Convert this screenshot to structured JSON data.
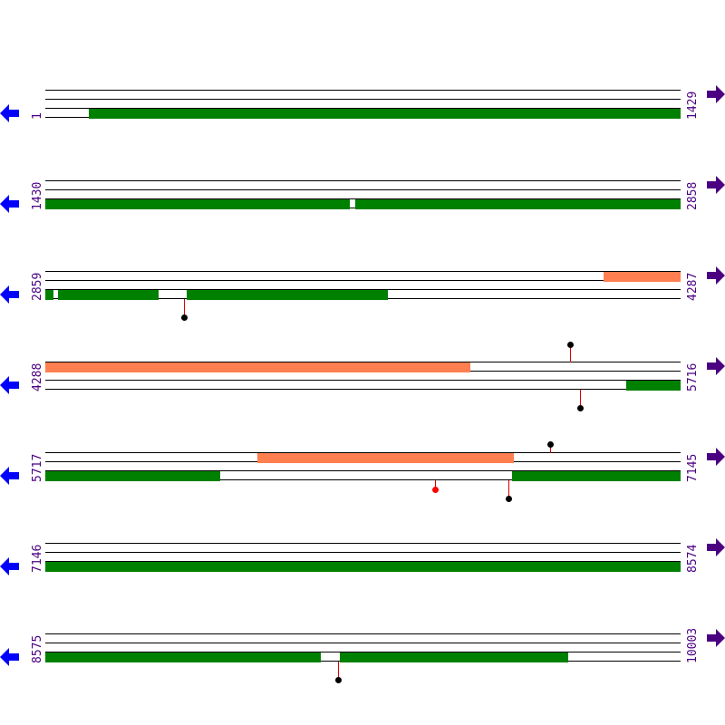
{
  "colors": {
    "cds": "#008000",
    "highlight": "#ff7f50",
    "left_arrow": "#0000ff",
    "right_arrow": "#4b0082",
    "label": "#4b0082",
    "stem": "#dd0000",
    "marker": "#000000",
    "marker_alt": "#ff0000"
  },
  "rows": [
    {
      "start": "1",
      "end": "1429"
    },
    {
      "start": "1430",
      "end": "2858"
    },
    {
      "start": "2859",
      "end": "4287"
    },
    {
      "start": "4288",
      "end": "5716"
    },
    {
      "start": "5717",
      "end": "7145"
    },
    {
      "start": "7146",
      "end": "8574"
    },
    {
      "start": "8575",
      "end": "10003"
    }
  ],
  "icons": {
    "left": "left-arrow-icon",
    "right": "right-arrow-icon"
  }
}
